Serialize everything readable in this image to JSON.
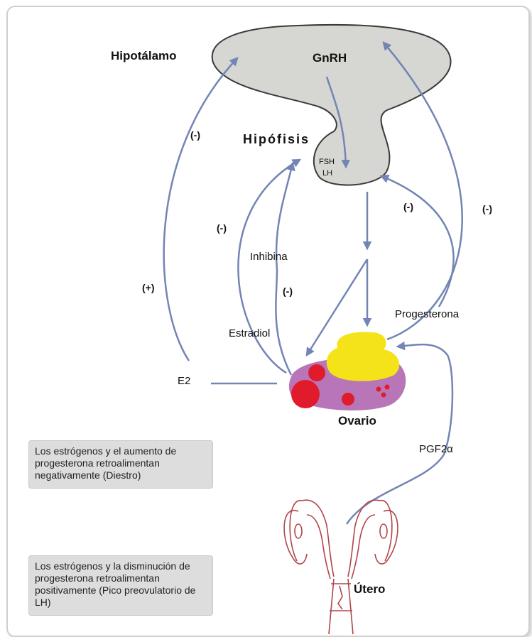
{
  "labels": {
    "hypothalamus": "Hipotálamo",
    "gnrh": "GnRH",
    "pituitary": "Hipófisis",
    "fsh": "FSH",
    "lh": "LH",
    "inhibin": "Inhibina",
    "estradiol": "Estradiol",
    "e2": "E2",
    "progesterone": "Progesterona",
    "ovary": "Ovario",
    "pgf2a": "PGF2α",
    "uterus": "Útero",
    "neg_e2_hypothalamus": "(-)",
    "pos_e2_hypothalamus": "(+)",
    "neg_estradiol_pituitary": "(-)",
    "neg_inhibin": "(-)",
    "neg_progesterone_pituitary": "(-)",
    "neg_progesterone_hypothalamus": "(-)"
  },
  "notes": {
    "diestrus": "Los estrógenos y el aumento de progesterona retroalimentan negativamente (Diestro)",
    "preovulatory": "Los estrógenos y la disminución de progesterona retroalimentan positivamente (Pico preovulatorio de LH)"
  },
  "colors": {
    "arrow": "#7385b5",
    "brain": "#d6d6d2",
    "corpus_luteum": "#f5e31a",
    "ovary": "#b876b8",
    "follicle": "#e01b2b",
    "uterus_outline": "#b0454a"
  }
}
